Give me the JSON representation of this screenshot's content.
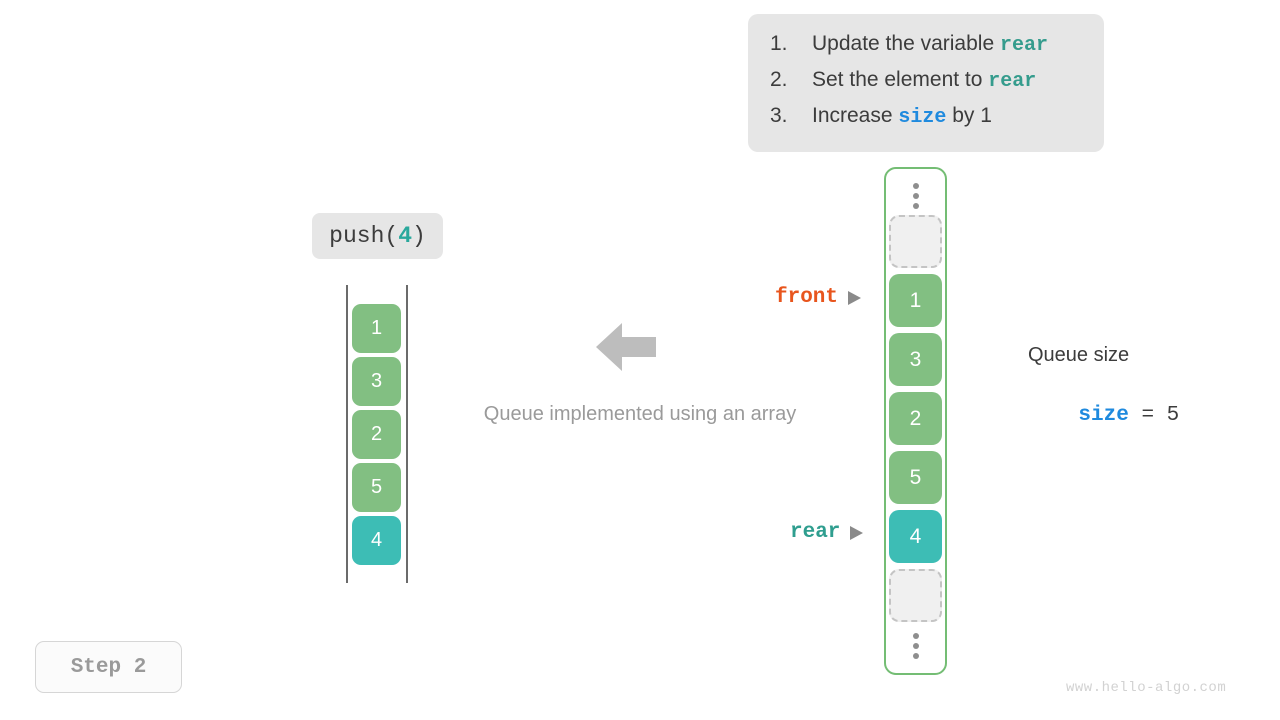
{
  "instructions": {
    "items": [
      {
        "num": "1.",
        "pre": "Update the variable ",
        "code": "rear",
        "code_style": "teal",
        "post": ""
      },
      {
        "num": "2.",
        "pre": "Set the element to ",
        "code": "rear",
        "code_style": "teal",
        "post": ""
      },
      {
        "num": "3.",
        "pre": "Increase ",
        "code": "size",
        "code_style": "blue",
        "post": " by 1"
      }
    ]
  },
  "operation": {
    "name": "push(",
    "arg": "4",
    "close": ")"
  },
  "left_array": {
    "cells": [
      {
        "value": "1",
        "style": "green"
      },
      {
        "value": "3",
        "style": "green"
      },
      {
        "value": "2",
        "style": "green"
      },
      {
        "value": "5",
        "style": "green"
      },
      {
        "value": "4",
        "style": "teal"
      }
    ]
  },
  "center": {
    "caption": "Queue implemented using an array",
    "arrow_icon": "arrow-left-icon"
  },
  "pointers": {
    "front": "front",
    "rear": "rear"
  },
  "queue": {
    "cells": [
      {
        "kind": "dots",
        "value": ""
      },
      {
        "kind": "empty",
        "value": ""
      },
      {
        "kind": "green",
        "value": "1"
      },
      {
        "kind": "green",
        "value": "3"
      },
      {
        "kind": "green",
        "value": "2"
      },
      {
        "kind": "green",
        "value": "5"
      },
      {
        "kind": "teal",
        "value": "4"
      },
      {
        "kind": "empty",
        "value": ""
      },
      {
        "kind": "dots",
        "value": ""
      }
    ]
  },
  "queue_size": {
    "title": "Queue size",
    "var": "size",
    "eq": " = ",
    "value": "5"
  },
  "step": {
    "label": "Step 2"
  },
  "watermark": {
    "text": "www.hello-algo.com"
  },
  "colors": {
    "green": "#82bf82",
    "teal": "#3dbdb5",
    "container_border": "#74bd74",
    "front_label": "#e8551d",
    "rear_label": "#2f9e8f",
    "code_teal": "#359c8d",
    "code_blue": "#1f8ade",
    "box_bg": "#e6e6e6"
  }
}
